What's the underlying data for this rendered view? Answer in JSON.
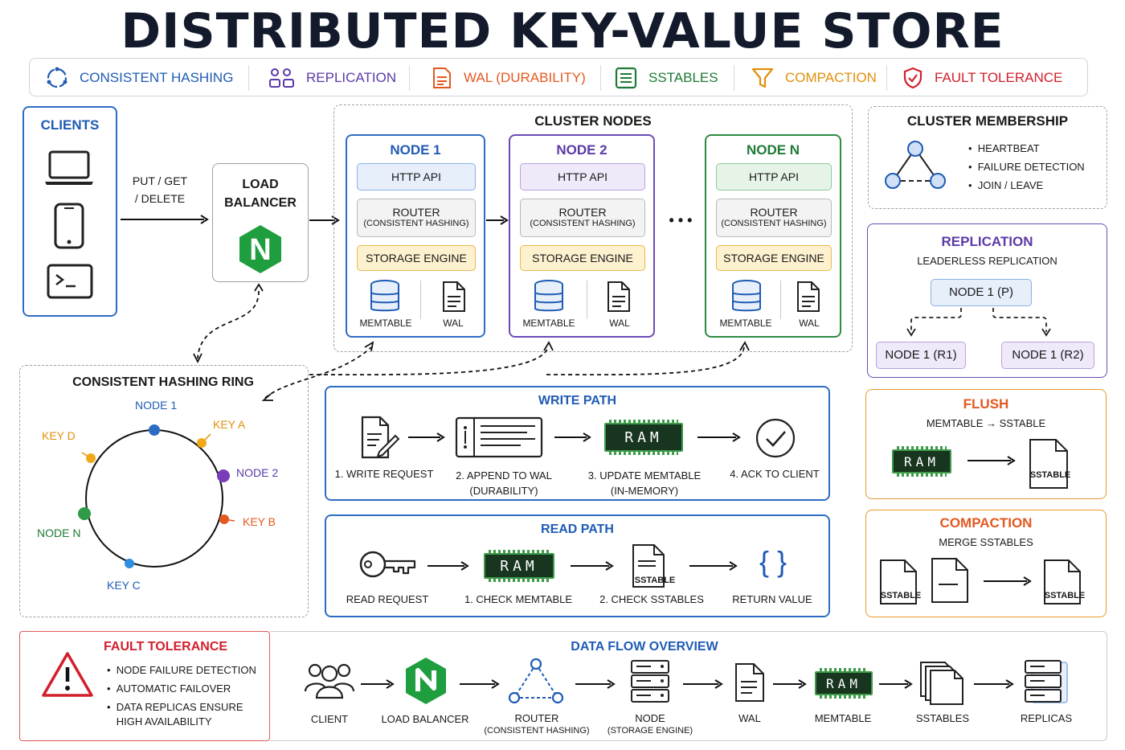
{
  "title": "DISTRIBUTED KEY-VALUE STORE",
  "legend": [
    {
      "label": "CONSISTENT HASHING",
      "icon": "hashing-ring-icon",
      "color": "#1f5bb5"
    },
    {
      "label": "REPLICATION",
      "icon": "replication-icon",
      "color": "#5b3aa8"
    },
    {
      "label": "WAL (DURABILITY)",
      "icon": "wal-document-icon",
      "color": "#e4581f"
    },
    {
      "label": "SSTABLES",
      "icon": "sstables-icon",
      "color": "#1e7a35"
    },
    {
      "label": "COMPACTION",
      "icon": "funnel-icon",
      "color": "#e0900b"
    },
    {
      "label": "FAULT TOLERANCE",
      "icon": "shield-icon",
      "color": "#d21f2b"
    }
  ],
  "clients": {
    "title": "CLIENTS",
    "devices": [
      "laptop-icon",
      "phone-icon",
      "terminal-icon"
    ]
  },
  "request_label": "PUT / GET\n/ DELETE",
  "load_balancer": {
    "label": "LOAD\nBALANCER",
    "logo": "N"
  },
  "cluster": {
    "title": "CLUSTER NODES",
    "ellipsis": "• • •",
    "nodes": [
      {
        "name": "NODE 1",
        "color": "#1f5bb5",
        "api_bg": "#e7effb",
        "api_border": "#8ab0e6"
      },
      {
        "name": "NODE 2",
        "color": "#5b3aa8",
        "api_bg": "#efe9fa",
        "api_border": "#b8a3e0"
      },
      {
        "name": "NODE N",
        "color": "#1e7a35",
        "api_bg": "#e6f4e8",
        "api_border": "#8fca99"
      }
    ],
    "http_api": "HTTP API",
    "router": "ROUTER",
    "router_sub": "(CONSISTENT HASHING)",
    "storage_engine": "STORAGE ENGINE",
    "memtable": "MEMTABLE",
    "wal": "WAL"
  },
  "membership": {
    "title": "CLUSTER MEMBERSHIP",
    "items": [
      "HEARTBEAT",
      "FAILURE DETECTION",
      "JOIN / LEAVE"
    ]
  },
  "replication": {
    "title": "REPLICATION",
    "subtitle": "LEADERLESS REPLICATION",
    "primary": "NODE 1 (P)",
    "replicas": [
      "NODE 1 (R1)",
      "NODE 1 (R2)"
    ]
  },
  "ring": {
    "title": "CONSISTENT HASHING RING",
    "labels": [
      {
        "text": "NODE 1",
        "color": "#1f5bb5"
      },
      {
        "text": "KEY A",
        "color": "#e0900b"
      },
      {
        "text": "NODE 2",
        "color": "#5b3aa8"
      },
      {
        "text": "KEY B",
        "color": "#e4581f"
      },
      {
        "text": "KEY C",
        "color": "#1f5bb5"
      },
      {
        "text": "NODE N",
        "color": "#1e7a35"
      },
      {
        "text": "KEY D",
        "color": "#e0900b"
      }
    ]
  },
  "write_path": {
    "title": "WRITE PATH",
    "steps": [
      "1. WRITE REQUEST",
      "2. APPEND TO WAL\n(DURABILITY)",
      "3. UPDATE MEMTABLE\n(IN-MEMORY)",
      "4. ACK TO CLIENT"
    ]
  },
  "read_path": {
    "title": "READ PATH",
    "steps": [
      "READ REQUEST",
      "1. CHECK MEMTABLE",
      "2. CHECK SSTABLES",
      "RETURN VALUE"
    ],
    "sstable_label": "SSTABLE"
  },
  "ram_label": "RAM",
  "flush": {
    "title": "FLUSH",
    "subtitle": "MEMTABLE → SSTABLE",
    "sstable": "SSTABLE"
  },
  "compaction": {
    "title": "COMPACTION",
    "subtitle": "MERGE SSTABLES",
    "sstable": "SSTABLE"
  },
  "fault": {
    "title": "FAULT TOLERANCE",
    "items": [
      "NODE FAILURE DETECTION",
      "AUTOMATIC FAILOVER",
      "DATA REPLICAS ENSURE\nHIGH AVAILABILITY"
    ]
  },
  "dataflow": {
    "title": "DATA FLOW OVERVIEW",
    "steps": [
      {
        "label": "CLIENT",
        "sub": ""
      },
      {
        "label": "LOAD BALANCER",
        "sub": ""
      },
      {
        "label": "ROUTER",
        "sub": "(CONSISTENT HASHING)"
      },
      {
        "label": "NODE",
        "sub": "(STORAGE ENGINE)"
      },
      {
        "label": "WAL",
        "sub": ""
      },
      {
        "label": "MEMTABLE",
        "sub": ""
      },
      {
        "label": "SSTABLES",
        "sub": ""
      },
      {
        "label": "REPLICAS",
        "sub": ""
      }
    ]
  },
  "colors": {
    "blue": "#1f5bb5",
    "purple": "#5b3aa8",
    "orange": "#e4581f",
    "green": "#1e7a35",
    "amber": "#e0900b",
    "red": "#d21f2b"
  }
}
